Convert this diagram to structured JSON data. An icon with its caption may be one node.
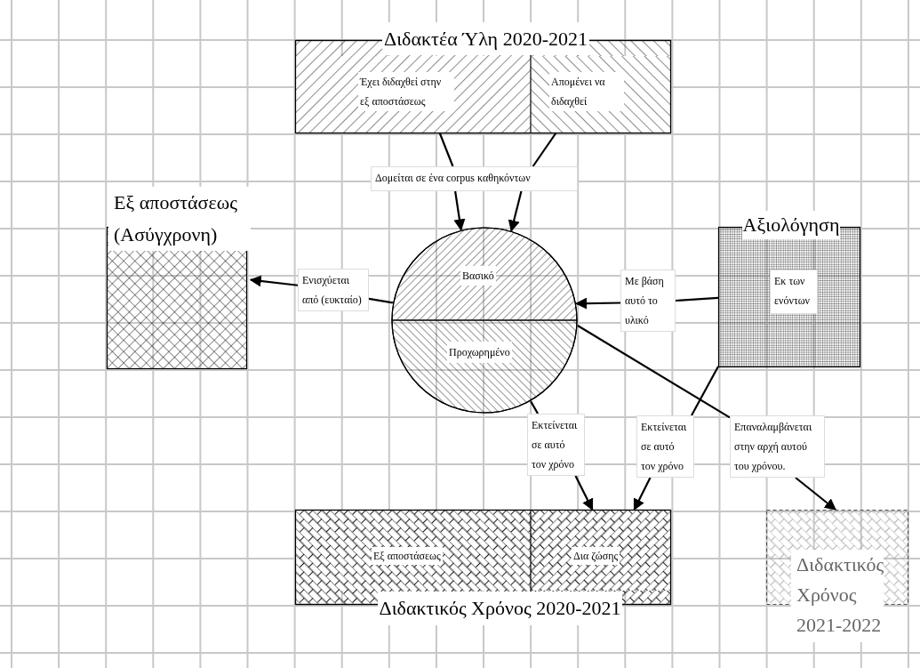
{
  "diagram": {
    "nodes": [
      {
        "text": [
          "Διδακτέα Ύλη 2020-2021"
        ]
      },
      {
        "text": [
          "Έχει διδαχθεί στην εξ αποστάσεως"
        ],
        "in": 0
      },
      {
        "text": [
          "Απομένει να διδαχθεί"
        ],
        "in": 0
      },
      {
        "text": [
          "Δομείται σε ένα corpus καθηκόντων"
        ]
      },
      {
        "text": [],
        "shape": "circle"
      },
      {
        "text": [
          "Βασικό"
        ],
        "in": 4
      },
      {
        "text": [
          "Προχωρημένο"
        ],
        "in": 4
      },
      {
        "text": [
          "Εξ αποστάσεως (Ασύγχρονη)"
        ]
      },
      {
        "text": [
          "Ενισχύεται από (ευκταίο)"
        ]
      },
      {
        "text": [
          "Αξιολόγηση"
        ]
      },
      {
        "text": [
          "Εκ των ενόντων"
        ],
        "in": 9
      },
      {
        "text": [
          "Με βάση αυτό το υλικό"
        ]
      },
      {
        "text": [
          "Διδακτικός Χρόνος 2020-2021"
        ]
      },
      {
        "text": [
          "Εξ αποστάσεως"
        ],
        "in": 12
      },
      {
        "text": [
          "Δια ζώσης"
        ],
        "in": 12
      },
      {
        "text": [
          "Εκτείνεται σε αυτό τον χρόνο"
        ]
      },
      {
        "text": [
          "Εκτείνεται σε αυτό τον χρόνο"
        ]
      },
      {
        "text": [
          "Επαναλαμβάνεται στην αρχή αυτού του χρόνου."
        ]
      },
      {
        "text": [
          "Διδακτικός Χρόνος 2021-2022"
        ]
      }
    ],
    "edges": [
      {
        "from": 1,
        "to": 3,
        "arrow": "none"
      },
      {
        "from": 2,
        "to": 3,
        "arrow": "none"
      },
      {
        "from": 3,
        "to": 4,
        "arrow": "to"
      },
      {
        "from": 3,
        "to": 4,
        "arrow": "to"
      },
      {
        "from": 4,
        "to": 8,
        "arrow": "none"
      },
      {
        "from": 8,
        "to": 7,
        "arrow": "to"
      },
      {
        "from": 9,
        "to": 11,
        "arrow": "none"
      },
      {
        "from": 11,
        "to": 4,
        "arrow": "to"
      },
      {
        "from": 4,
        "to": 15,
        "arrow": "none"
      },
      {
        "from": 15,
        "to": 14,
        "arrow": "to"
      },
      {
        "from": 9,
        "to": 16,
        "arrow": "none"
      },
      {
        "from": 16,
        "to": 14,
        "arrow": "to"
      },
      {
        "from": 4,
        "to": 17,
        "arrow": "none"
      },
      {
        "from": 17,
        "to": 18,
        "arrow": "to"
      }
    ]
  }
}
